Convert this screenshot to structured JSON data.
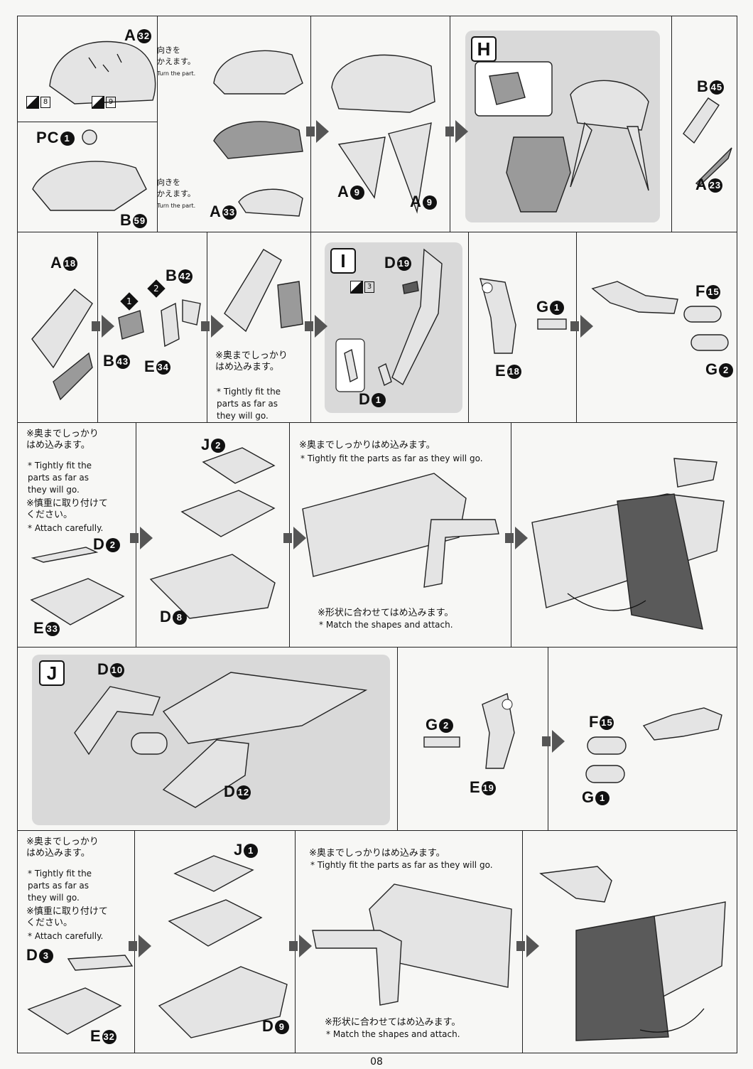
{
  "page_number": "08",
  "steps": {
    "H": "H",
    "I": "I",
    "J": "J"
  },
  "parts": {
    "a32": "A",
    "a32n": "32",
    "pc1": "PC",
    "pc1n": "1",
    "b59": "B",
    "b59n": "59",
    "a33": "A",
    "a33n": "33",
    "a9a": "A",
    "a9an": "9",
    "a9b": "A",
    "a9bn": "9",
    "b45": "B",
    "b45n": "45",
    "a23": "A",
    "a23n": "23",
    "a18": "A",
    "a18n": "18",
    "b42": "B",
    "b42n": "42",
    "b43": "B",
    "b43n": "43",
    "e34": "E",
    "e34n": "34",
    "d19": "D",
    "d19n": "19",
    "d1": "D",
    "d1n": "1",
    "g1a": "G",
    "g1an": "1",
    "e18": "E",
    "e18n": "18",
    "f15a": "F",
    "f15an": "15",
    "g2a": "G",
    "g2an": "2",
    "j2": "J",
    "j2n": "2",
    "d2": "D",
    "d2n": "2",
    "e33": "E",
    "e33n": "33",
    "d8": "D",
    "d8n": "8",
    "d10": "D",
    "d10n": "10",
    "d12": "D",
    "d12n": "12",
    "g2b": "G",
    "g2bn": "2",
    "e19": "E",
    "e19n": "19",
    "f15b": "F",
    "f15bn": "15",
    "g1b": "G",
    "g1bn": "1",
    "j1": "J",
    "j1n": "1",
    "d3": "D",
    "d3n": "3",
    "e32": "E",
    "e32n": "32",
    "d9": "D",
    "d9n": "9"
  },
  "order_marks": {
    "one": "1",
    "two": "2"
  },
  "decals": {
    "d8": "8",
    "d9": "9",
    "d3": "3"
  },
  "notes": {
    "turn_jp": "向きを\nかえます。",
    "turn_en": "Turn the part.",
    "tight_jp": "※奥までしっかり\nはめ込みます。",
    "tight_en": "* Tightly fit the\nparts as far as\nthey will go.",
    "tight_jp_line": "※奥までしっかりはめ込みます。",
    "tight_en_line": "* Tightly fit the parts as far as they will go.",
    "careful_jp": "※慎重に取り付けて\nください。",
    "careful_en": "* Attach carefully.",
    "match_jp": "※形状に合わせてはめ込みます。",
    "match_en": "* Match the shapes and attach.",
    "tight2_en": "* Tightly fit the\nparts as far as\nthey will go."
  }
}
